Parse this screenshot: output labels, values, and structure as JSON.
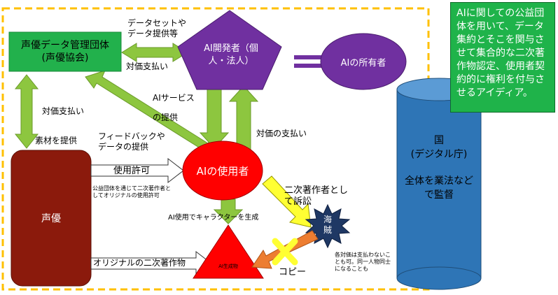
{
  "nodes": {
    "voice_org": {
      "line1": "声優データ管理団体",
      "line2": "(声優協会)"
    },
    "ai_dev": {
      "line1": "AI開発者（個",
      "line2": "人・法人）"
    },
    "ai_owner": "AIの所有者",
    "country": {
      "line1": "国",
      "line2": "(デジタル庁)",
      "line3": "全体を業法など",
      "line4": "で監督"
    },
    "voice_actor": "声優",
    "ai_user": "AIの使用者",
    "pirate": {
      "line1": "海",
      "line2": "賊"
    },
    "ai_generated": "AI生成物"
  },
  "edge_labels": {
    "data_set": {
      "line1": "データセットや",
      "line2": "データ提供等"
    },
    "compensation_1": "対価支払い",
    "ai_service": {
      "line1": "AIサービス",
      "line2": "の提供"
    },
    "compensation_2": "対価支払い",
    "provide_material": "素材を提供",
    "feedback": {
      "line1": "フィードバックや",
      "line2": "データの提供"
    },
    "compensation_3": "対価の支払い",
    "license": "使用許可",
    "license_note": {
      "line1": "公益団体を通じて二次著作者と",
      "line2": "してオリジナルの使用許可"
    },
    "generate_character": "AI使用でキャラクターを生成",
    "derivative_author": {
      "line1": "二次著作者とし",
      "line2": "て訴訟"
    },
    "original_derivative": "オリジナルの二次著作物",
    "copy": "コピー",
    "pirate_note": {
      "line1": "各対価は支払わないこ",
      "line2": "とも可。同一人物同士",
      "line3": "になることも"
    }
  },
  "note": "AIに関しての公益団体を用いて、データ集約とそこを関与させて集合的な二次著作物認定、使用者契約的に権利を付与させるアイディア。",
  "colors": {
    "green_box": "#22b14c",
    "green_arrow": "#8dc63f",
    "purple": "#7030a0",
    "blue": "#2e75b6",
    "brown": "#8b1a0c",
    "red": "#ff0000",
    "navy": "#1f3864",
    "yellow": "#ffff33",
    "orange": "#ed7d31",
    "dashed_frame": "#ffc000"
  }
}
